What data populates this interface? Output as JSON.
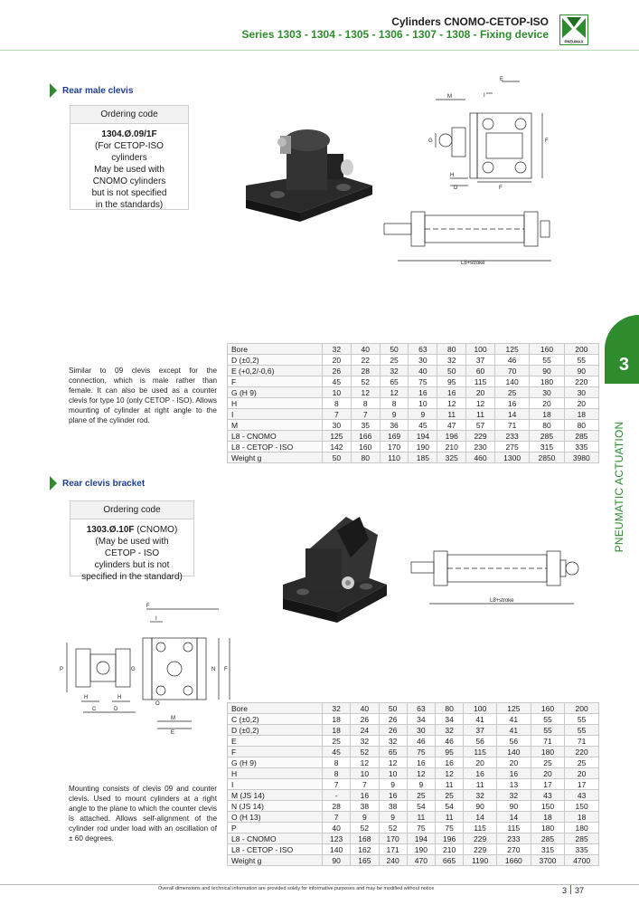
{
  "header": {
    "title": "Cylinders CNOMO-CETOP-ISO",
    "subtitle": "Series 1303 - 1304 - 1305 - 1306 - 1307 - 1308 - Fixing device",
    "logo_text": "PNEUMAX"
  },
  "section1": {
    "title": "Rear male clevis",
    "order_header": "Ordering code",
    "order_code": "1304.Ø.09/1F",
    "order_lines": [
      "(For CETOP-ISO",
      "cylinders",
      "May be used with",
      "CNOMO cylinders",
      "but is not specified",
      "in the standards)"
    ],
    "description": "Similar to 09 clevis except for the connection, which is male rather than female. It can also be used as a counter clevis for type 10 (only CETOP - ISO). Allows mounting of cylinder at right angle to the plane of the cylinder rod.",
    "drawing_labels": {
      "E": "E",
      "M": "M",
      "I": "I",
      "G": "G",
      "F": "F",
      "H": "H",
      "D": "D",
      "F2": "F",
      "stroke": "L8+stroke"
    },
    "table": {
      "rows": [
        {
          "label": "Bore",
          "values": [
            "32",
            "40",
            "50",
            "63",
            "80",
            "100",
            "125",
            "160",
            "200"
          ]
        },
        {
          "label": "D (±0,2)",
          "values": [
            "20",
            "22",
            "25",
            "30",
            "32",
            "37",
            "46",
            "55",
            "55"
          ]
        },
        {
          "label": "E (+0,2/-0,6)",
          "values": [
            "26",
            "28",
            "32",
            "40",
            "50",
            "60",
            "70",
            "90",
            "90"
          ]
        },
        {
          "label": "F",
          "values": [
            "45",
            "52",
            "65",
            "75",
            "95",
            "115",
            "140",
            "180",
            "220"
          ]
        },
        {
          "label": "G (H 9)",
          "values": [
            "10",
            "12",
            "12",
            "16",
            "16",
            "20",
            "25",
            "30",
            "30"
          ]
        },
        {
          "label": "H",
          "values": [
            "8",
            "8",
            "8",
            "10",
            "12",
            "12",
            "16",
            "20",
            "20"
          ]
        },
        {
          "label": "I",
          "values": [
            "7",
            "7",
            "9",
            "9",
            "11",
            "11",
            "14",
            "18",
            "18"
          ]
        },
        {
          "label": "M",
          "values": [
            "30",
            "35",
            "36",
            "45",
            "47",
            "57",
            "71",
            "80",
            "80"
          ]
        },
        {
          "label": "L8 - CNOMO",
          "values": [
            "125",
            "166",
            "169",
            "194",
            "196",
            "229",
            "233",
            "285",
            "285"
          ]
        },
        {
          "label": "L8 - CETOP - ISO",
          "values": [
            "142",
            "160",
            "170",
            "190",
            "210",
            "230",
            "275",
            "315",
            "335"
          ]
        },
        {
          "label": "Weight g",
          "values": [
            "50",
            "80",
            "110",
            "185",
            "325",
            "460",
            "1300",
            "2850",
            "3980"
          ]
        }
      ]
    }
  },
  "section2": {
    "title": "Rear clevis bracket",
    "order_header": "Ordering code",
    "order_code": "1303.Ø.10F",
    "order_suffix": " (CNOMO)",
    "order_lines": [
      "(May be used with",
      "CETOP - ISO",
      "cylinders but is not",
      "specified in the standard)"
    ],
    "description": "Mounting consists of clevis 09 and counter clevis. Used to mount cylinders at a right angle to the plane to which the counter clevis is attached. Allows self-alignment of the cylinder rod under load with an oscillation of ± 60 degrees.",
    "drawing_labels": {
      "F": "F",
      "I": "I",
      "P": "P",
      "G": "G",
      "N": "N",
      "F2": "F",
      "H": "H",
      "H2": "H",
      "C": "C",
      "D": "D",
      "O": "O",
      "M": "M",
      "E": "E",
      "stroke": "L8+stroke"
    },
    "table": {
      "rows": [
        {
          "label": "Bore",
          "values": [
            "32",
            "40",
            "50",
            "63",
            "80",
            "100",
            "125",
            "160",
            "200"
          ]
        },
        {
          "label": "C (±0,2)",
          "values": [
            "18",
            "26",
            "26",
            "34",
            "34",
            "41",
            "41",
            "55",
            "55"
          ]
        },
        {
          "label": "D (±0,2)",
          "values": [
            "18",
            "24",
            "26",
            "30",
            "32",
            "37",
            "41",
            "55",
            "55"
          ]
        },
        {
          "label": "E",
          "values": [
            "25",
            "32",
            "32",
            "46",
            "46",
            "56",
            "56",
            "71",
            "71"
          ]
        },
        {
          "label": "F",
          "values": [
            "45",
            "52",
            "65",
            "75",
            "95",
            "115",
            "140",
            "180",
            "220"
          ]
        },
        {
          "label": "G (H 9)",
          "values": [
            "8",
            "12",
            "12",
            "16",
            "16",
            "20",
            "20",
            "25",
            "25"
          ]
        },
        {
          "label": "H",
          "values": [
            "8",
            "10",
            "10",
            "12",
            "12",
            "16",
            "16",
            "20",
            "20"
          ]
        },
        {
          "label": "I",
          "values": [
            "7",
            "7",
            "9",
            "9",
            "11",
            "11",
            "13",
            "17",
            "17"
          ]
        },
        {
          "label": "M (JS 14)",
          "values": [
            "-",
            "16",
            "16",
            "25",
            "25",
            "32",
            "32",
            "43",
            "43"
          ]
        },
        {
          "label": "N (JS 14)",
          "values": [
            "28",
            "38",
            "38",
            "54",
            "54",
            "90",
            "90",
            "150",
            "150"
          ]
        },
        {
          "label": "O (H 13)",
          "values": [
            "7",
            "9",
            "9",
            "11",
            "11",
            "14",
            "14",
            "18",
            "18"
          ]
        },
        {
          "label": "P",
          "values": [
            "40",
            "52",
            "52",
            "75",
            "75",
            "115",
            "115",
            "180",
            "180"
          ]
        },
        {
          "label": "L8 - CNOMO",
          "values": [
            "123",
            "168",
            "170",
            "194",
            "196",
            "229",
            "233",
            "285",
            "285"
          ]
        },
        {
          "label": "L8 - CETOP - ISO",
          "values": [
            "140",
            "162",
            "171",
            "190",
            "210",
            "229",
            "270",
            "315",
            "335"
          ]
        },
        {
          "label": "Weight g",
          "values": [
            "90",
            "165",
            "240",
            "470",
            "665",
            "1190",
            "1660",
            "3700",
            "4700"
          ]
        }
      ]
    }
  },
  "sidebar": {
    "chapter_number": "3",
    "chapter_title": "PNEUMATIC ACTUATION"
  },
  "footer": {
    "note": "Overall dimensions and technical information are provided solely for informative purposes and may be modified without notice",
    "chapter": "3",
    "page": "37"
  }
}
